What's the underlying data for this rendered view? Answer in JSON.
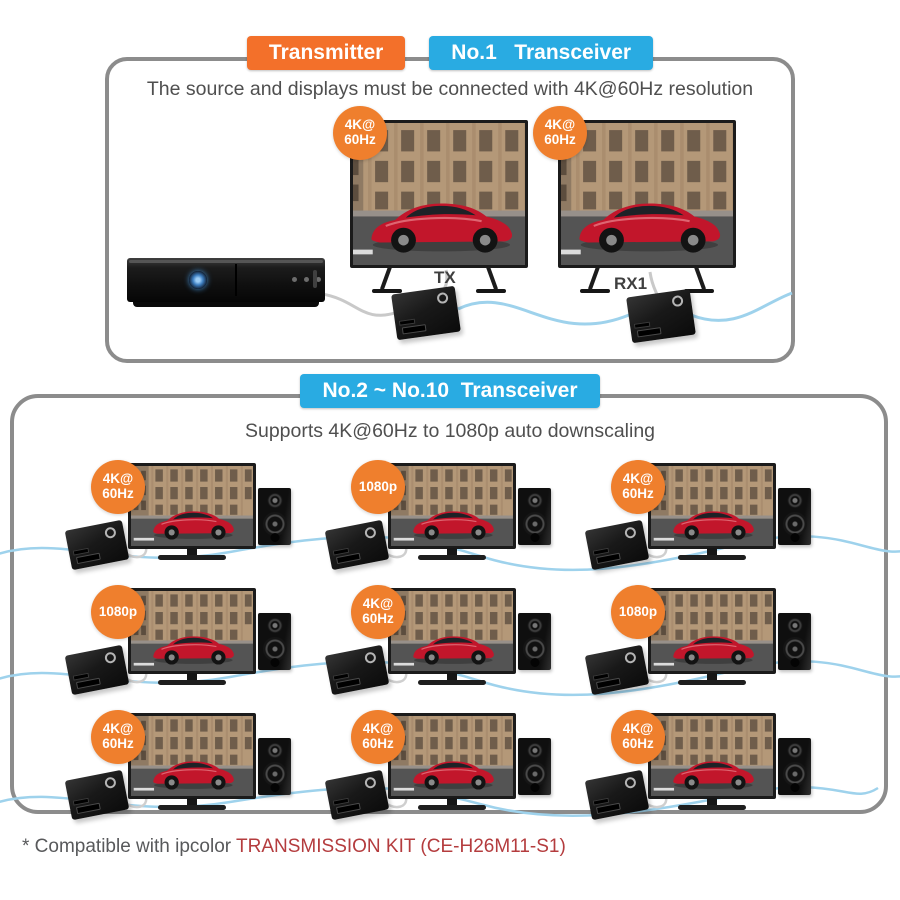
{
  "top_section": {
    "transmitter_badge": "Transmitter",
    "transceiver_badge": "No.1   Transceiver",
    "description": "The source and displays must be connected with 4K@60Hz resolution",
    "tx_label": "TX",
    "rx_label": "RX1",
    "tv_badges": [
      {
        "line1": "4K@",
        "line2": "60Hz"
      },
      {
        "line1": "4K@",
        "line2": "60Hz"
      }
    ]
  },
  "bottom_section": {
    "header_badge": "No.2 ~ No.10  Transceiver",
    "description": "Supports 4K@60Hz to 1080p auto downscaling",
    "cells": [
      {
        "line1": "4K@",
        "line2": "60Hz"
      },
      {
        "line1": "1080p",
        "line2": ""
      },
      {
        "line1": "4K@",
        "line2": "60Hz"
      },
      {
        "line1": "1080p",
        "line2": ""
      },
      {
        "line1": "4K@",
        "line2": "60Hz"
      },
      {
        "line1": "1080p",
        "line2": ""
      },
      {
        "line1": "4K@",
        "line2": "60Hz"
      },
      {
        "line1": "4K@",
        "line2": "60Hz"
      },
      {
        "line1": "4K@",
        "line2": "60Hz"
      }
    ]
  },
  "footer": {
    "note_prefix": "* Compatible with ipcolor ",
    "note_highlight": "TRANSMISSION KIT (CE-H26M11-S1)"
  },
  "colors": {
    "accent_orange": "#f3702a",
    "accent_blue": "#29abe2",
    "badge_orange": "#ef7f2d",
    "panel_border": "#8c8c8c",
    "cable_blue": "#9ed2ec",
    "cable_gray": "#c9c9c9",
    "text_gray": "#4f4f4f",
    "footer_red": "#b43c3e"
  }
}
